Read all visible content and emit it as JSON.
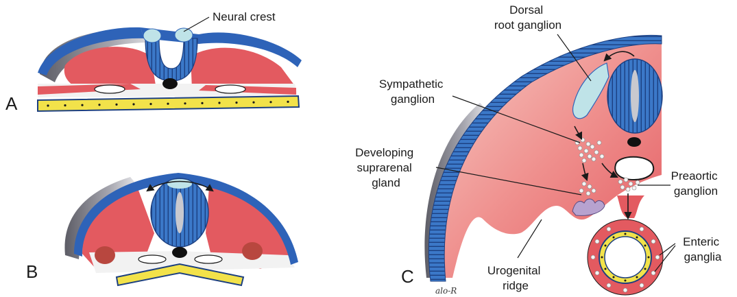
{
  "panels": {
    "a": "A",
    "b": "B",
    "c": "C"
  },
  "labels": {
    "neural_crest": "Neural crest",
    "dorsal_root_ganglion": [
      "Dorsal",
      "root ganglion"
    ],
    "sympathetic_ganglion": [
      "Sympathetic",
      "ganglion"
    ],
    "developing_suprarenal_gland": [
      "Developing",
      "suprarenal",
      "gland"
    ],
    "preaortic_ganglion": [
      "Preaortic",
      "ganglion"
    ],
    "enteric_ganglia": [
      "Enteric",
      "ganglia"
    ],
    "urogenital_ridge": [
      "Urogenital",
      "ridge"
    ]
  },
  "signature": "alo-R",
  "colors": {
    "ectoderm": "#2e63b8",
    "neural_tube": "#3b78c8",
    "neural_crest": "#bfe3e8",
    "mesoderm": "#e35a60",
    "mesoderm_light": "#f3a9a7",
    "endoderm": "#f2e24a",
    "shadow": "#8c8c96",
    "notochord": "#111111",
    "suprarenal": "#b7a2cf"
  }
}
